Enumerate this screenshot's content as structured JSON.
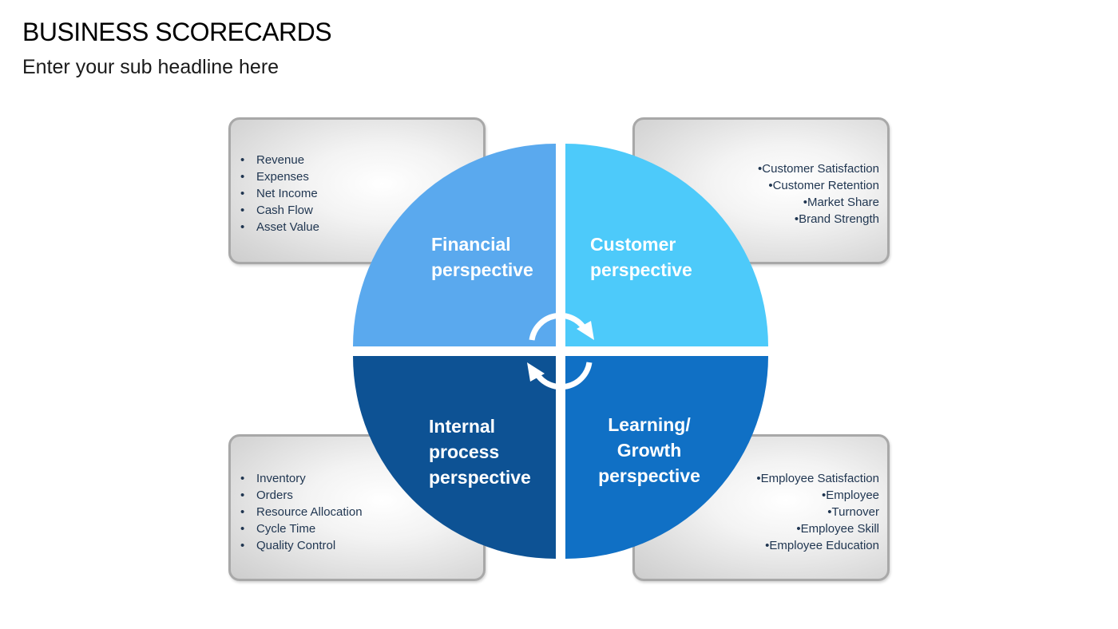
{
  "header": {
    "title": "BUSINESS SCORECARDS",
    "subtitle": "Enter your sub headline here"
  },
  "colors": {
    "financial": "#5aa9ee",
    "customer": "#4dcafa",
    "internal": "#0d5294",
    "learning": "#1070c5",
    "card_border": "#a8a8a8",
    "bullet_text": "#1f3550"
  },
  "quadrants": {
    "financial": {
      "line1": "Financial",
      "line2": "perspective"
    },
    "customer": {
      "line1": "Customer",
      "line2": "perspective"
    },
    "internal": {
      "line1": "Internal",
      "line2": "process",
      "line3": "perspective"
    },
    "learning": {
      "line1": "Learning/",
      "line2": "Growth",
      "line3": "perspective"
    }
  },
  "cards": {
    "financial": [
      "Revenue",
      "Expenses",
      "Net Income",
      "Cash Flow",
      "Asset Value"
    ],
    "customer": [
      "Customer Satisfaction",
      "Customer Retention",
      "Market Share",
      "Brand Strength"
    ],
    "internal": [
      "Inventory",
      "Orders",
      "Resource Allocation",
      "Cycle Time",
      "Quality Control"
    ],
    "learning": [
      "Employee Satisfaction",
      "Employee",
      "Turnover",
      "Employee Skill",
      "Employee Education"
    ]
  },
  "icons": {
    "center": "cycle-arrows-icon"
  }
}
